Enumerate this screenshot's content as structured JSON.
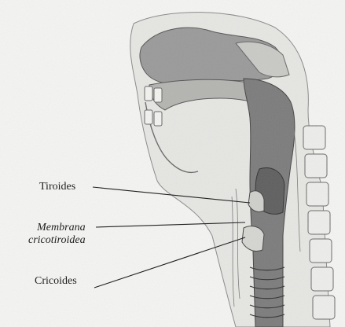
{
  "labels": {
    "tiroides": "Tiroides",
    "membrana_line1": "Membrana",
    "membrana_line2": "cricotiroidea",
    "cricoides": "Cricoides"
  },
  "colors": {
    "background": "#f4f4f2",
    "ink": "#1e1e1e",
    "airway_dark": "#7c7c7c",
    "airway_mid": "#a5a5a5",
    "tissue_light": "#d8d8d6"
  }
}
